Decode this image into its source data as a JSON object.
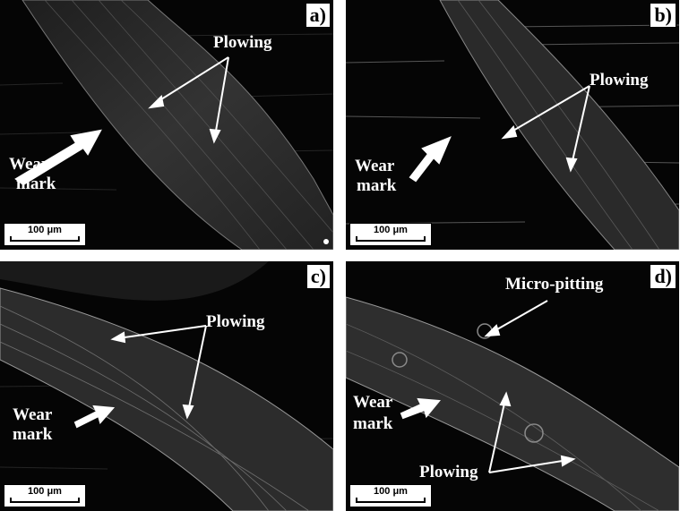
{
  "panels": [
    {
      "label": "a)",
      "plowing_label": "Plowing",
      "wear_label_line1": "Wear",
      "wear_label_line2": "mark",
      "scale_label": "100 μm"
    },
    {
      "label": "b)",
      "plowing_label": "Plowing",
      "wear_label_line1": "Wear",
      "wear_label_line2": "mark",
      "scale_label": "100 μm"
    },
    {
      "label": "c)",
      "plowing_label": "Plowing",
      "wear_label_line1": "Wear",
      "wear_label_line2": "mark",
      "scale_label": "100 μm"
    },
    {
      "label": "d)",
      "micropitting_label": "Micro-pitting",
      "plowing_label": "Plowing",
      "wear_label_line1": "Wear",
      "wear_label_line2": "mark",
      "scale_label": "100 μm"
    }
  ],
  "colors": {
    "background": "#050505",
    "track": "#2a2a2a",
    "annotation": "#ffffff"
  }
}
